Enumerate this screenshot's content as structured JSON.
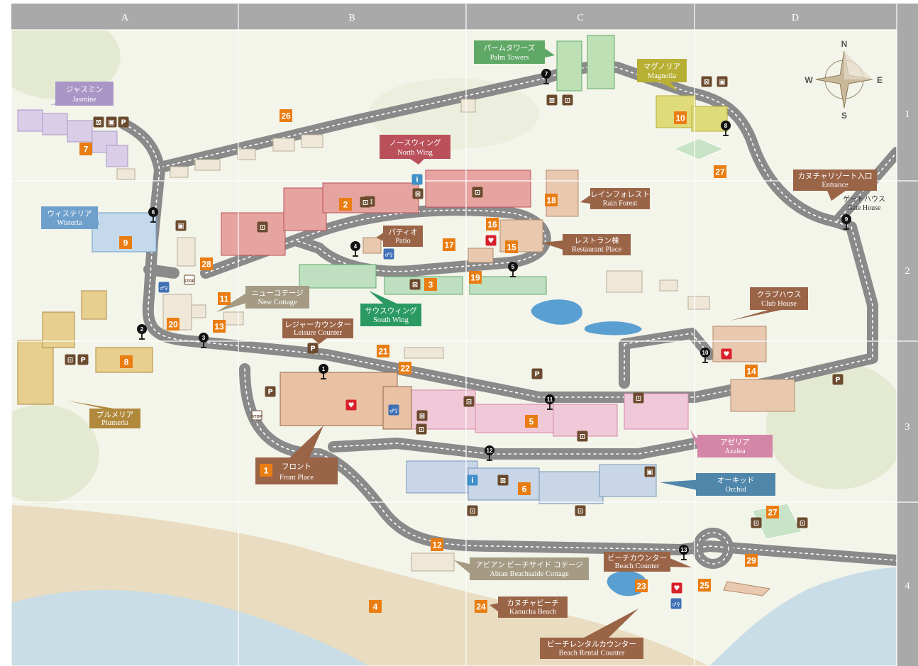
{
  "colors": {
    "road": "#8a8a8a",
    "road_dash": "#ffffff",
    "number_badge": "#ea7d12",
    "header": "#a9a9a9",
    "ground": "#f3f4ea",
    "sand": "#e9dcc0",
    "sea": "#c8dde6",
    "pond": "#5a9fd1"
  },
  "grid": {
    "columns": [
      "A",
      "B",
      "C",
      "D"
    ],
    "rows": [
      "1",
      "2",
      "3",
      "4"
    ]
  },
  "compass": {
    "n": "N",
    "e": "E",
    "s": "S",
    "w": "W"
  },
  "places": [
    {
      "id": "jasmine",
      "ja": "ジャスミン",
      "en": "Jasmine",
      "color": "#a996c7"
    },
    {
      "id": "palm-towers",
      "ja": "パームタワーズ",
      "en": "Palm Towers",
      "color": "#5fa866"
    },
    {
      "id": "magnolia",
      "ja": "マグノリア",
      "en": "Magnolia",
      "color": "#b8b034"
    },
    {
      "id": "north-wing",
      "ja": "ノースウィング",
      "en": "North Wing",
      "color": "#b9505a"
    },
    {
      "id": "rain-forest",
      "ja": "レインフォレスト",
      "en": "Rain Forest",
      "color": "#9a6447"
    },
    {
      "id": "entrance",
      "ja": "カヌチャリゾート入口",
      "en": "Entrance",
      "color": "#9a6447"
    },
    {
      "id": "wisteria",
      "ja": "ウィステリア",
      "en": "Wisteria",
      "color": "#6f9fcb"
    },
    {
      "id": "patio",
      "ja": "パティオ",
      "en": "Patio",
      "color": "#9a6447"
    },
    {
      "id": "restaurant",
      "ja": "レストラン棟",
      "en": "Restaurant Place",
      "color": "#9a6447"
    },
    {
      "id": "new-cottage",
      "ja": "ニューコテージ",
      "en": "New Cottage",
      "color": "#a59a83"
    },
    {
      "id": "south-wing",
      "ja": "サウスウィング",
      "en": "South Wing",
      "color": "#2a9a62"
    },
    {
      "id": "club-house",
      "ja": "クラブハウス",
      "en": "Club House",
      "color": "#9a6447"
    },
    {
      "id": "leisure",
      "ja": "レジャーカウンター",
      "en": "Leisure Counter",
      "color": "#9a6447"
    },
    {
      "id": "plumeria",
      "ja": "プルメリア",
      "en": "Plumeria",
      "color": "#b0893c"
    },
    {
      "id": "front",
      "ja": "フロント",
      "en": "Front Place",
      "color": "#9a6447"
    },
    {
      "id": "azalea",
      "ja": "アゼリア",
      "en": "Azalea",
      "color": "#d486a6"
    },
    {
      "id": "orchid",
      "ja": "オーキッド",
      "en": "Orchid",
      "color": "#4f86aa"
    },
    {
      "id": "abian",
      "ja": "アビアン ビーチサイド コテージ",
      "en": "Abian Beachsaide Cottage",
      "color": "#a59a83"
    },
    {
      "id": "beach-counter",
      "ja": "ビーチカウンター",
      "en": "Beach Counter",
      "color": "#9a6447"
    },
    {
      "id": "kanucha-beach",
      "ja": "カヌチャビーチ",
      "en": "Kanucha Beach",
      "color": "#9a6447"
    },
    {
      "id": "beach-rental",
      "ja": "ビーチレンタルカウンター",
      "en": "Beach Rental Counter",
      "color": "#9a6447"
    }
  ],
  "gate_house": {
    "ja": "ゲートハウス",
    "en": "Gate House"
  },
  "numbers": [
    "1",
    "2",
    "3",
    "4",
    "5",
    "6",
    "7",
    "8",
    "9",
    "10",
    "11",
    "12",
    "13",
    "14",
    "15",
    "16",
    "17",
    "18",
    "19",
    "20",
    "21",
    "22",
    "23",
    "24",
    "25",
    "26",
    "27",
    "27",
    "28",
    "29"
  ],
  "bus_stops": [
    "1",
    "2",
    "3",
    "4",
    "5",
    "6",
    "7",
    "8",
    "9",
    "10",
    "11",
    "12",
    "13"
  ],
  "icons": [
    {
      "name": "parking-icon",
      "glyph": "P",
      "color": "#6b4a2e"
    },
    {
      "name": "laundry-icon",
      "glyph": "⊠",
      "color": "#6b4a2e"
    },
    {
      "name": "locker-icon",
      "glyph": "▣",
      "color": "#6b4a2e"
    },
    {
      "name": "vending-icon",
      "glyph": "⊡",
      "color": "#6b4a2e"
    },
    {
      "name": "restroom-icon",
      "glyph": "♂♀",
      "color": "#3f6fb5"
    },
    {
      "name": "aed-icon",
      "glyph": "♥",
      "color": "#d8202a"
    },
    {
      "name": "info-icon",
      "glyph": "i",
      "color": "#3f8fc8"
    },
    {
      "name": "bus-icon",
      "glyph": "STOP",
      "color": "#6b4a2e"
    }
  ]
}
